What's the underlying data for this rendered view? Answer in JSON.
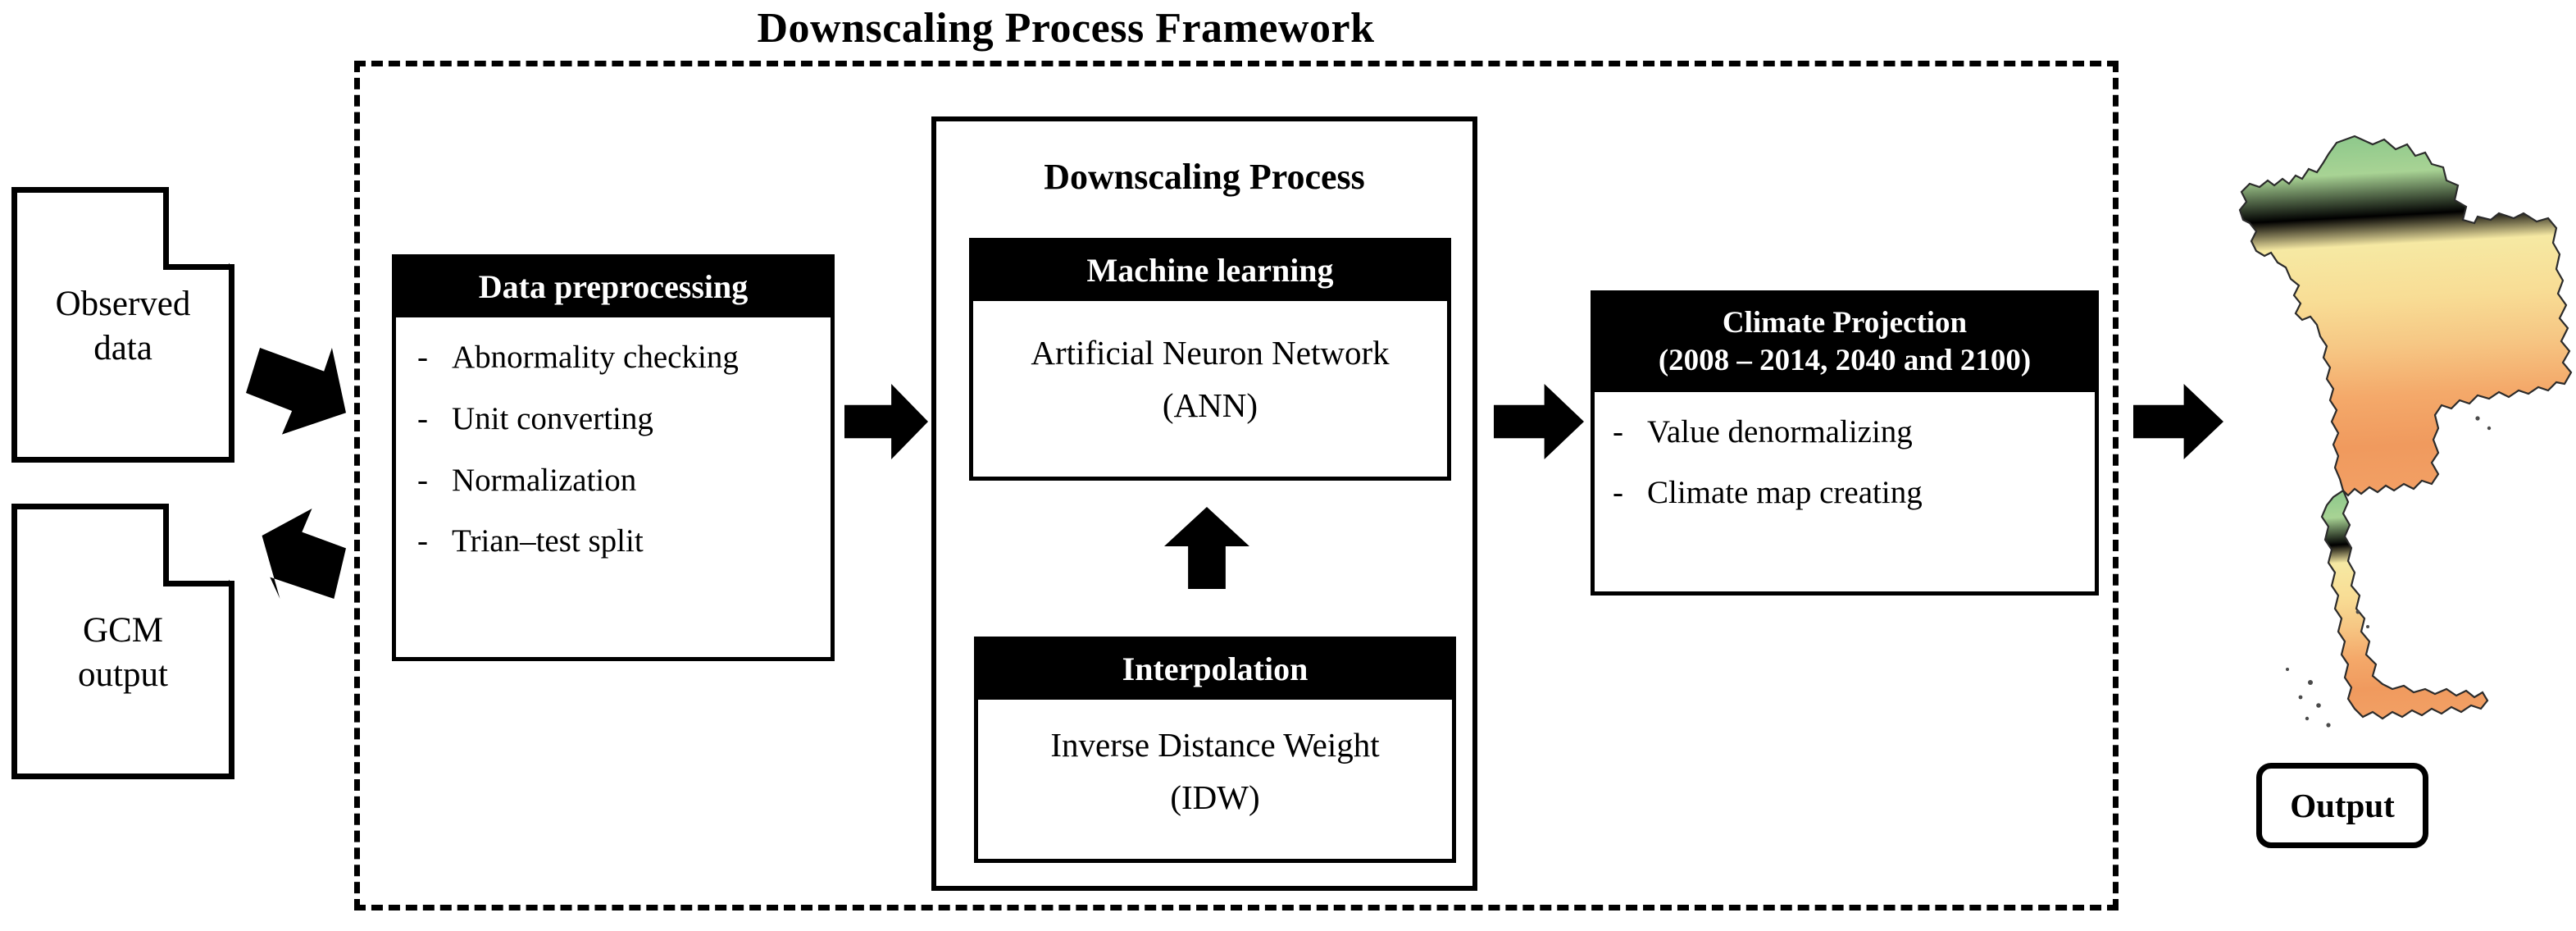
{
  "title": "Downscaling Process Framework",
  "inputs": [
    {
      "name": "observed-data",
      "label_line1": "Observed",
      "label_line2": "data"
    },
    {
      "name": "gcm-output",
      "label_line1": "GCM",
      "label_line2": "output"
    }
  ],
  "data_preprocessing": {
    "header": "Data preprocessing",
    "dash": "-",
    "items": [
      "Abnormality checking",
      "Unit converting",
      "Normalization",
      "Trian–test split"
    ]
  },
  "downscaling_process": {
    "heading": "Downscaling Process",
    "machine_learning": {
      "header": "Machine learning",
      "body_line1": "Artificial Neuron Network",
      "body_line2": "(ANN)"
    },
    "interpolation": {
      "header": "Interpolation",
      "body_line1": "Inverse Distance Weight",
      "body_line2": "(IDW)"
    }
  },
  "climate_projection": {
    "header_line1": "Climate Projection",
    "header_line2": "(2008 – 2014, 2040 and 2100)",
    "dash": "-",
    "items": [
      "Value denormalizing",
      "Climate map creating"
    ]
  },
  "output": {
    "label": "Output",
    "map_name": "thailand-climate-map"
  },
  "colors": {
    "line": "#000000",
    "header_bg": "#000000",
    "header_text": "#ffffff",
    "page_bg": "#ffffff",
    "map_north_green": "#8fc98c",
    "map_mid_yellow": "#f6e9a3",
    "map_south_orange": "#f4a96a",
    "map_hot_orange": "#f08b52"
  }
}
